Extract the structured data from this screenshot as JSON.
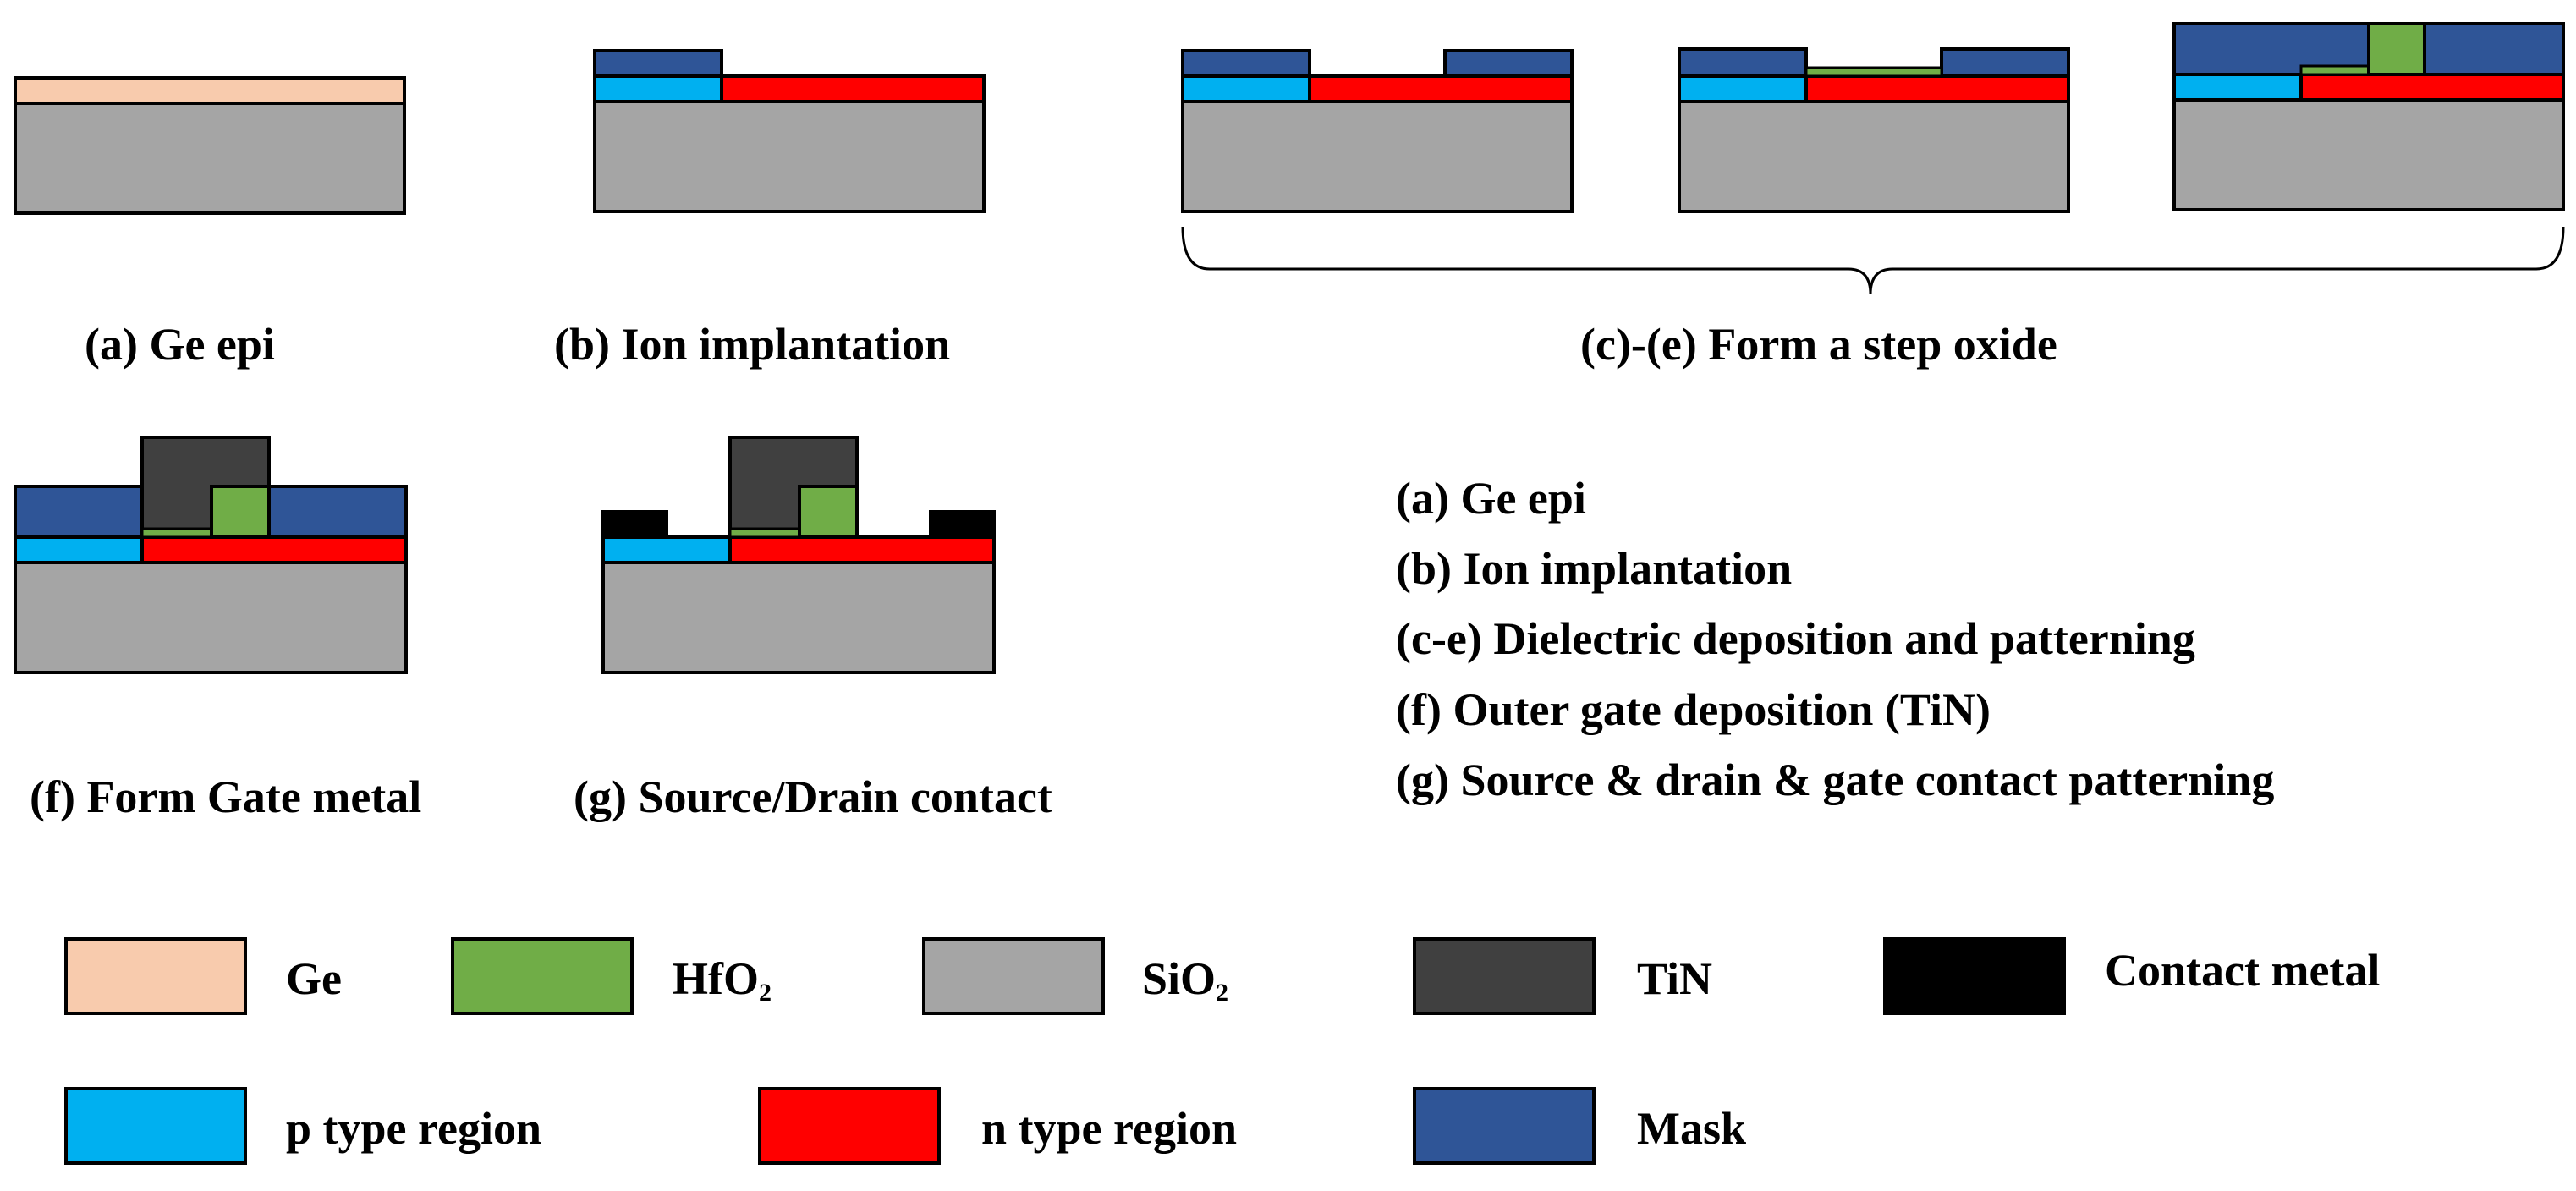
{
  "colors": {
    "ge": "#F8CBAD",
    "hfo2": "#70AD47",
    "sio2": "#A5A5A5",
    "tin": "#404040",
    "contact": "#000000",
    "p_type": "#00B0F0",
    "n_type": "#FF0000",
    "mask": "#2F5597"
  },
  "captions": {
    "a": "(a) Ge epi",
    "b": "(b) Ion implantation",
    "ce": "(c)-(e) Form a step oxide",
    "f": "(f) Form Gate metal",
    "g": "(g) Source/Drain contact"
  },
  "steps": [
    "(a)  Ge epi",
    "(b) Ion implantation",
    "(c-e)  Dielectric deposition and patterning",
    "(f)   Outer gate deposition (TiN)",
    "(g)  Source & drain & gate contact patterning"
  ],
  "legend": {
    "ge": "Ge",
    "hfo2_main": "HfO",
    "hfo2_sub": "2",
    "sio2_main": "SiO",
    "sio2_sub": "2",
    "tin": "TiN",
    "contact": "Contact metal",
    "p_type": "p type region",
    "n_type": "n type region",
    "mask": "Mask"
  }
}
